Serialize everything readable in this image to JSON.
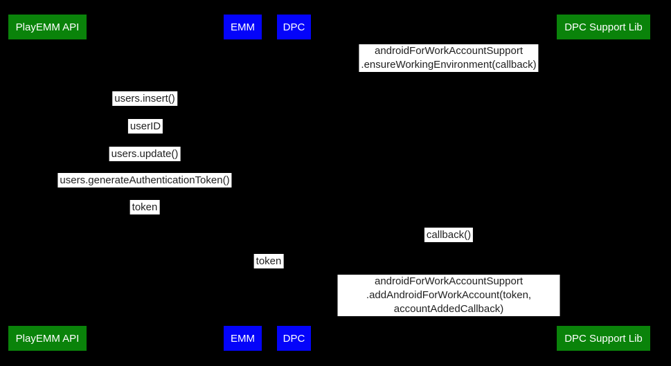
{
  "diagram": {
    "type": "sequence-diagram",
    "background_color": "#000000",
    "colors": {
      "participant_green": "#0a830a",
      "participant_blue": "#0404fa",
      "participant_text": "#ffffff",
      "message_label_bg": "#ffffff",
      "message_label_text": "#1f1f1f"
    },
    "participants": [
      {
        "label": "PlayEMM API",
        "color": "#0a830a"
      },
      {
        "label": "EMM",
        "color": "#0404fa"
      },
      {
        "label": "DPC",
        "color": "#0404fa"
      },
      {
        "label": "DPC Support Lib",
        "color": "#0a830a"
      }
    ],
    "messages": [
      {
        "text": "androidForWorkAccountSupport\n.ensureWorkingEnvironment(callback)"
      },
      {
        "text": "users.insert()"
      },
      {
        "text": "userID"
      },
      {
        "text": "users.update()"
      },
      {
        "text": "users.generateAuthenticationToken()"
      },
      {
        "text": "token"
      },
      {
        "text": "callback()"
      },
      {
        "text": "token"
      },
      {
        "text": "androidForWorkAccountSupport\n.addAndroidForWorkAccount(token, accountAddedCallback)"
      }
    ]
  }
}
